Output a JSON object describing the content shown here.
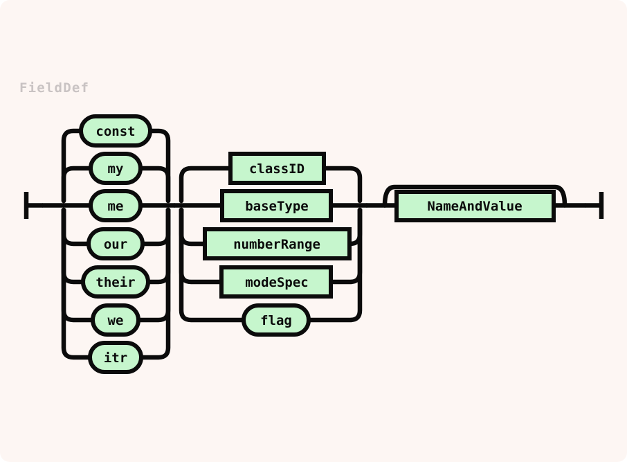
{
  "diagram": {
    "title": "FieldDef",
    "type": "railroad-syntax-diagram",
    "colors": {
      "background": "#fdf6f3",
      "node_fill": "#c6f6cd",
      "stroke": "#0b0b0b",
      "title": "#c9c3c3"
    },
    "start_marker": "track-start",
    "end_marker": "track-end",
    "groups": [
      {
        "name": "qualifier-choice",
        "kind": "alternation",
        "main_index": 2,
        "options": [
          {
            "label": "const",
            "shape": "stadium",
            "kind": "terminal"
          },
          {
            "label": "my",
            "shape": "stadium",
            "kind": "terminal"
          },
          {
            "label": "me",
            "shape": "stadium",
            "kind": "terminal"
          },
          {
            "label": "our",
            "shape": "stadium",
            "kind": "terminal"
          },
          {
            "label": "their",
            "shape": "stadium",
            "kind": "terminal"
          },
          {
            "label": "we",
            "shape": "stadium",
            "kind": "terminal"
          },
          {
            "label": "itr",
            "shape": "stadium",
            "kind": "terminal"
          }
        ]
      },
      {
        "name": "type-choice",
        "kind": "alternation",
        "main_index": 1,
        "options": [
          {
            "label": "classID",
            "shape": "rect",
            "kind": "nonterminal"
          },
          {
            "label": "baseType",
            "shape": "rect",
            "kind": "nonterminal"
          },
          {
            "label": "numberRange",
            "shape": "rect",
            "kind": "nonterminal"
          },
          {
            "label": "modeSpec",
            "shape": "rect",
            "kind": "nonterminal"
          },
          {
            "label": "flag",
            "shape": "stadium",
            "kind": "terminal"
          }
        ]
      },
      {
        "name": "name-and-value-repeat",
        "kind": "one-or-more",
        "main_index": 0,
        "options": [
          {
            "label": "NameAndValue",
            "shape": "rect",
            "kind": "nonterminal"
          }
        ]
      }
    ]
  }
}
